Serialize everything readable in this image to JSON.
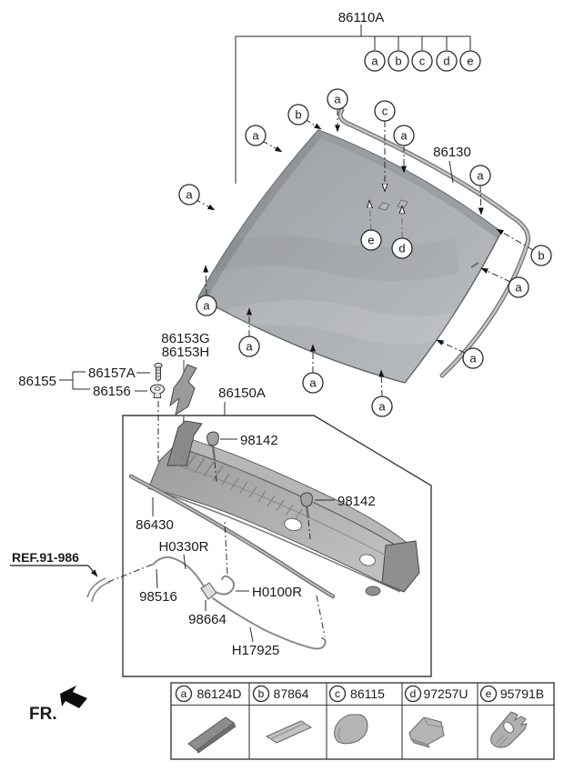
{
  "figure": {
    "assembly_label": "86110A",
    "molding_label": "86130",
    "side_cover_label_1": "86153G",
    "side_cover_label_2": "86153H",
    "fastener_group_label": "86155",
    "screw_label": "86157A",
    "grommet_label": "86156",
    "cowl_assembly_label": "86150A",
    "pin_clip_label_1": "98142",
    "pin_clip_label_2": "98142",
    "weatherstrip_label": "86430",
    "hose_a_label": "H0330R",
    "ref_link_label": "REF.91-986",
    "hose_clip_label": "98516",
    "hose_b_label": "H0100R",
    "connector_label": "98664",
    "hose_c_label": "H17925",
    "front_label": "FR."
  },
  "callouts": {
    "top": [
      "a",
      "b",
      "c",
      "d",
      "e"
    ],
    "glass": [
      "a",
      "a",
      "b",
      "a",
      "c",
      "a",
      "a",
      "b",
      "a",
      "a",
      "a",
      "a",
      "a",
      "a",
      "e",
      "d"
    ]
  },
  "legend": {
    "rows": [
      {
        "letter": "a",
        "part": "86124D"
      },
      {
        "letter": "b",
        "part": "87864"
      },
      {
        "letter": "c",
        "part": "86115"
      },
      {
        "letter": "d",
        "part": "97257U"
      },
      {
        "letter": "e",
        "part": "95791B"
      }
    ]
  },
  "colors": {
    "glass_dark": "#9ea2a5",
    "glass_light": "#babdbf",
    "line": "#2a2a2a",
    "part_gray": "#b2b2b2"
  }
}
